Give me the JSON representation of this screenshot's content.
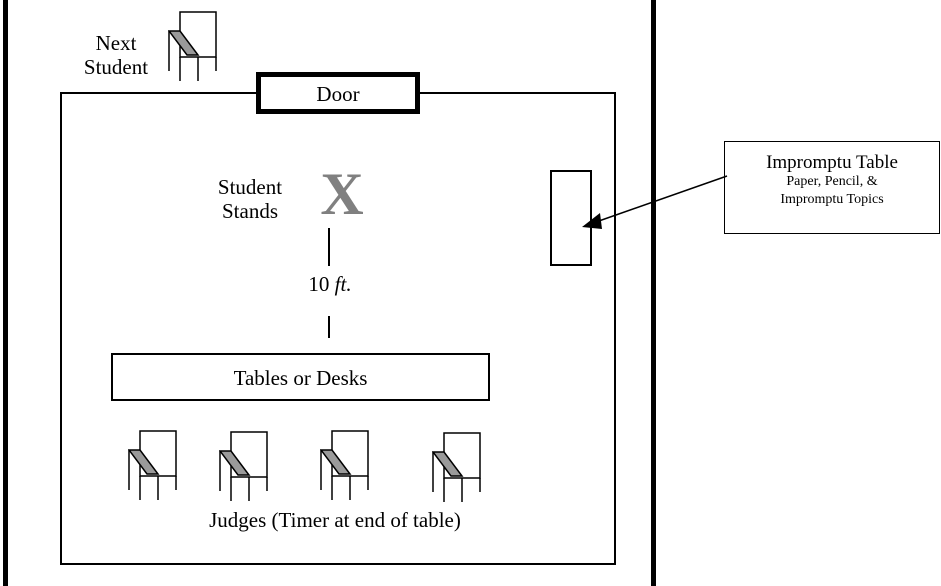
{
  "door_label": "Door",
  "next_student_label": [
    "Next",
    "Student"
  ],
  "student_stands_label": [
    "Student",
    "Stands"
  ],
  "student_mark": "X",
  "distance": {
    "value": "10 ",
    "unit": "ft."
  },
  "tables_label": "Tables or Desks",
  "judges_label": "Judges (Timer at end of table)",
  "impromptu_table": {
    "title": "Impromptu Table",
    "details": [
      "Paper, Pencil, &",
      "Impromptu Topics"
    ]
  },
  "icons": [
    "chair-icon",
    "arrow-icon"
  ],
  "colors": {
    "line": "#000000",
    "mark": "#808080",
    "chair_seat": "#9a9a9a"
  }
}
